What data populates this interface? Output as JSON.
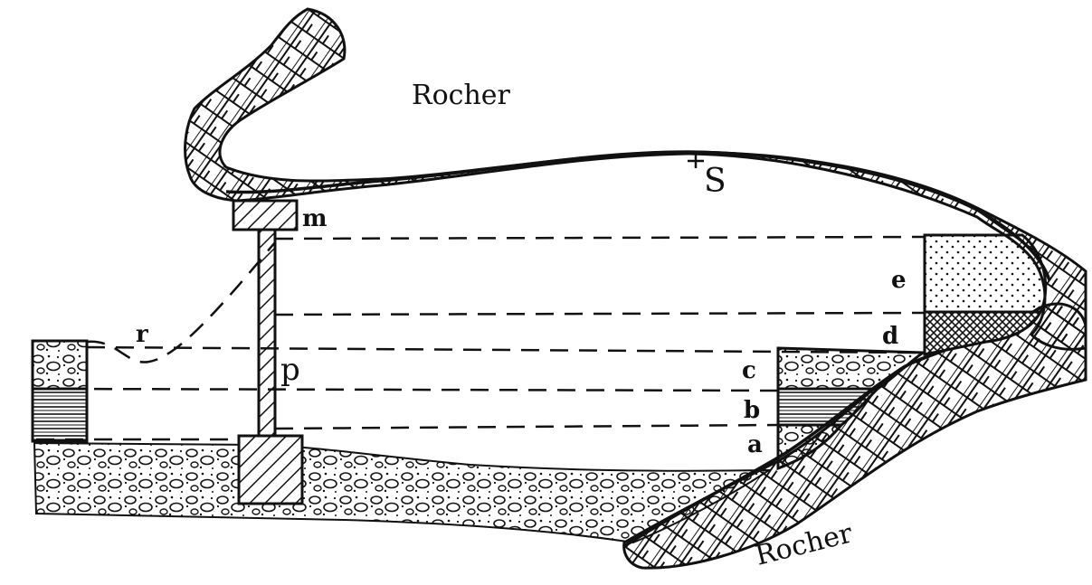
{
  "labels": {
    "rocher_top": "Rocher",
    "rocher_bottom": "Rocher",
    "s": "S",
    "m": "m",
    "p": "p",
    "r": "r",
    "a": "a",
    "b": "b",
    "c": "c",
    "d": "d",
    "e": "e"
  },
  "colors": {
    "ink": "#111111",
    "paper": "#ffffff"
  }
}
